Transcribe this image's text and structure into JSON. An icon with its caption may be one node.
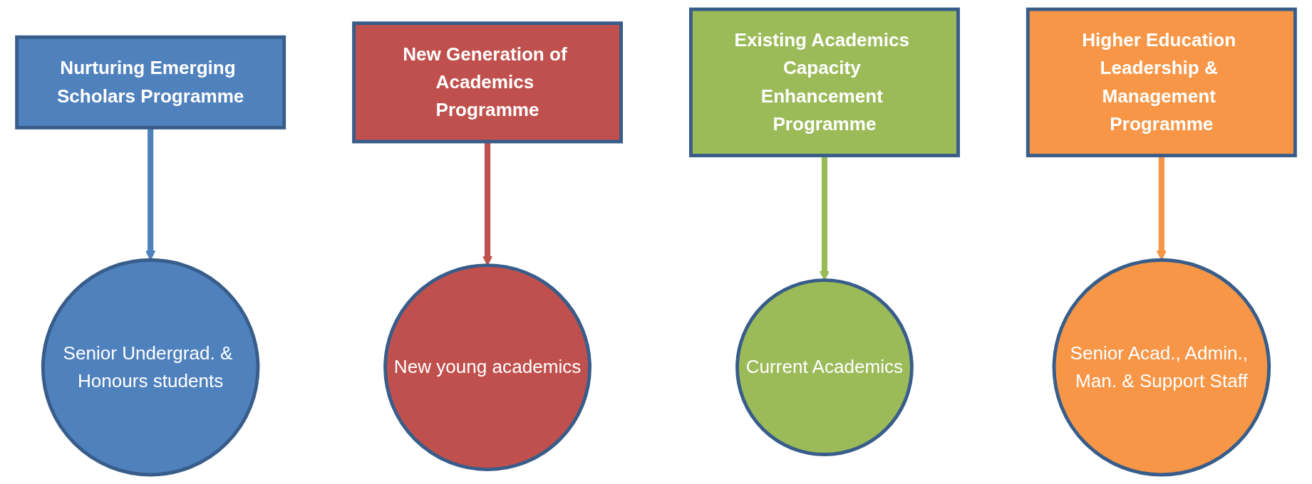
{
  "diagram": {
    "nodes": [
      {
        "text": [
          "Nurturing Emerging Scholars Programme"
        ]
      },
      {
        "text": [
          "New Generation of Academics Programme"
        ]
      },
      {
        "text": [
          "Existing Academics Capacity Enhancement Programme"
        ]
      },
      {
        "text": [
          "Higher Education Leadership & Management Programme"
        ]
      },
      {
        "text": [
          "Senior Undergrad. & Honours students"
        ]
      },
      {
        "text": [
          "New young academics"
        ]
      },
      {
        "text": [
          "Current Academics"
        ]
      },
      {
        "text": [
          "Senior Acad., Admin., Man. & Support Staff"
        ]
      }
    ],
    "edges": [
      {
        "from": 0,
        "to": 4,
        "arrow": "to",
        "color": "#4f81bd"
      },
      {
        "from": 1,
        "to": 5,
        "arrow": "to",
        "color": "#c0504d"
      },
      {
        "from": 2,
        "to": 6,
        "arrow": "to",
        "color": "#9bbb59"
      },
      {
        "from": 3,
        "to": 7,
        "arrow": "to",
        "color": "#f79646"
      }
    ]
  }
}
